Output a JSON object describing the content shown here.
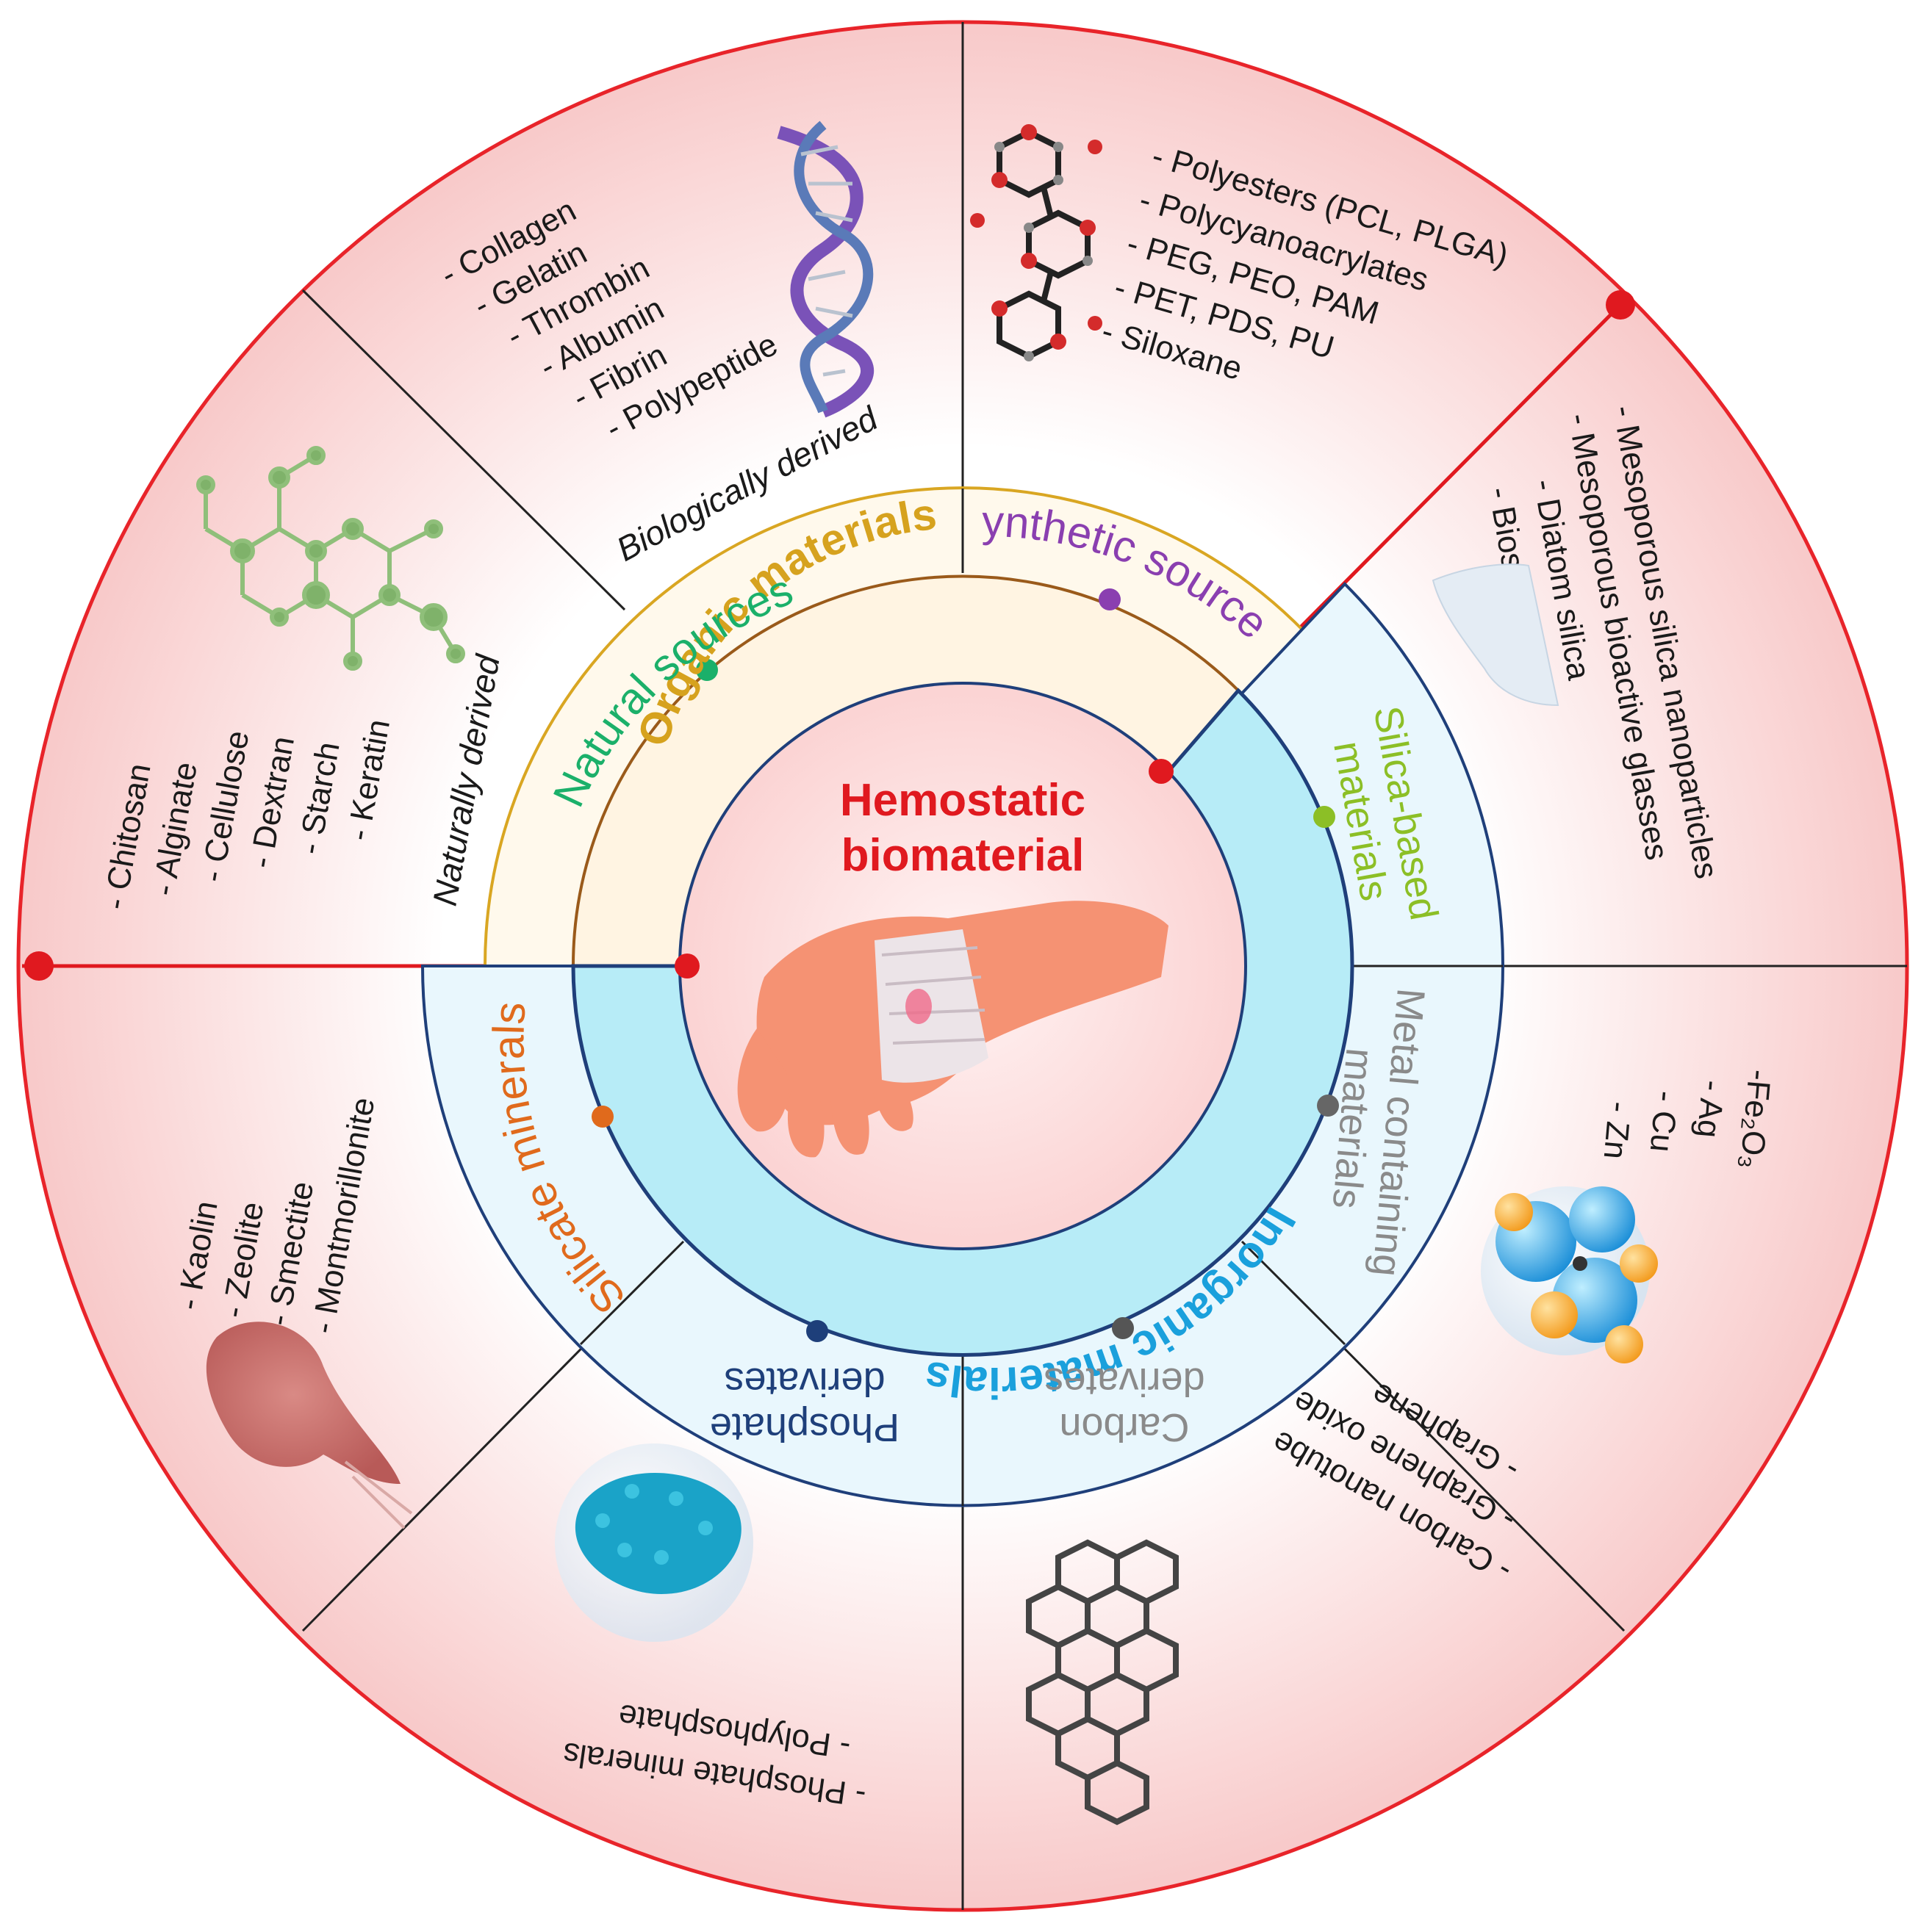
{
  "center": {
    "title_line1": "Hemostatic",
    "title_line2": "biomaterial",
    "title_color": "#e0191f",
    "icon": "bandaged-hand-icon"
  },
  "ring_labels": {
    "organic": {
      "text": "Organic materials",
      "color": "#d6a21e"
    },
    "inorganic": {
      "text": "Inorganic materials",
      "color": "#1aa0dc"
    },
    "natural": {
      "text": "Natural sources",
      "color": "#1bb06a"
    },
    "synthetic": {
      "text": "Synthetic sources",
      "color": "#8a3fb0"
    }
  },
  "inorganic_subcategories": {
    "silica": {
      "line1": "Silica-based",
      "line2": "materials",
      "color": "#8cbf26"
    },
    "metal": {
      "line1": "Metal containing",
      "line2": "materials",
      "color": "#8a8a8a"
    },
    "carbon": {
      "line1": "Carbon",
      "line2": "derivates",
      "color": "#8a8a8a"
    },
    "phosphate": {
      "line1": "Phosphate",
      "line2": "derivates",
      "color": "#1e3f7a"
    },
    "silicate": {
      "line1": "Silicate minerals",
      "color": "#e06a1c"
    }
  },
  "outer_sectors": {
    "biological": {
      "heading": "Biologically derived",
      "items": [
        "- Collagen",
        "- Gelatin",
        "- Thrombin",
        "- Albumin",
        "- Fibrin",
        "- Polypeptide"
      ],
      "icon": "dna-helix-icon"
    },
    "synthetic": {
      "items": [
        "- Polyesters (PCL, PLGA)",
        "- Polycyanoacrylates",
        "- PEG, PEO, PAM",
        "- PET, PDS, PU",
        "- Siloxane"
      ],
      "icon": "polymer-molecule-icon"
    },
    "natural": {
      "heading": "Naturally derived",
      "items": [
        "- Chitosan",
        "- Alginate",
        "- Cellulose",
        "- Dextran",
        "- Starch",
        "- Keratin"
      ],
      "icon": "molecule-structure-icon"
    },
    "silica": {
      "items": [
        "- Mesoporous silica nanoparticles",
        "- Mesoporous bioactive glasses",
        "- Diatom silica",
        "- Biosilica"
      ],
      "icon": "silica-crystal-icon"
    },
    "metal": {
      "items": [
        "-Fe₂O₃",
        "- Ag",
        "- Cu",
        "- Zn"
      ],
      "icon": "metal-nanoparticles-icon"
    },
    "carbon": {
      "items": [
        "- Carbon nanotube",
        "- Graphene oxide",
        "- Graphene"
      ],
      "icon": "graphene-lattice-icon"
    },
    "phosphate": {
      "items": [
        "- Phosphate minerals",
        "- Polyphosphate"
      ],
      "icon": "phosphate-particles-icon"
    },
    "silicate": {
      "items": [
        "- Kaolin",
        "- Zeolite",
        "- Smectite",
        "- Montmorillonite"
      ],
      "icon": "clay-powder-icon"
    }
  },
  "colors": {
    "outer_border": "#e8242a",
    "organic_ring": "#d9a622",
    "inorganic_ring": "#1f3f7a",
    "inorganic_fill": "#b7ecf7",
    "sector_fill": "#fde3e3"
  }
}
